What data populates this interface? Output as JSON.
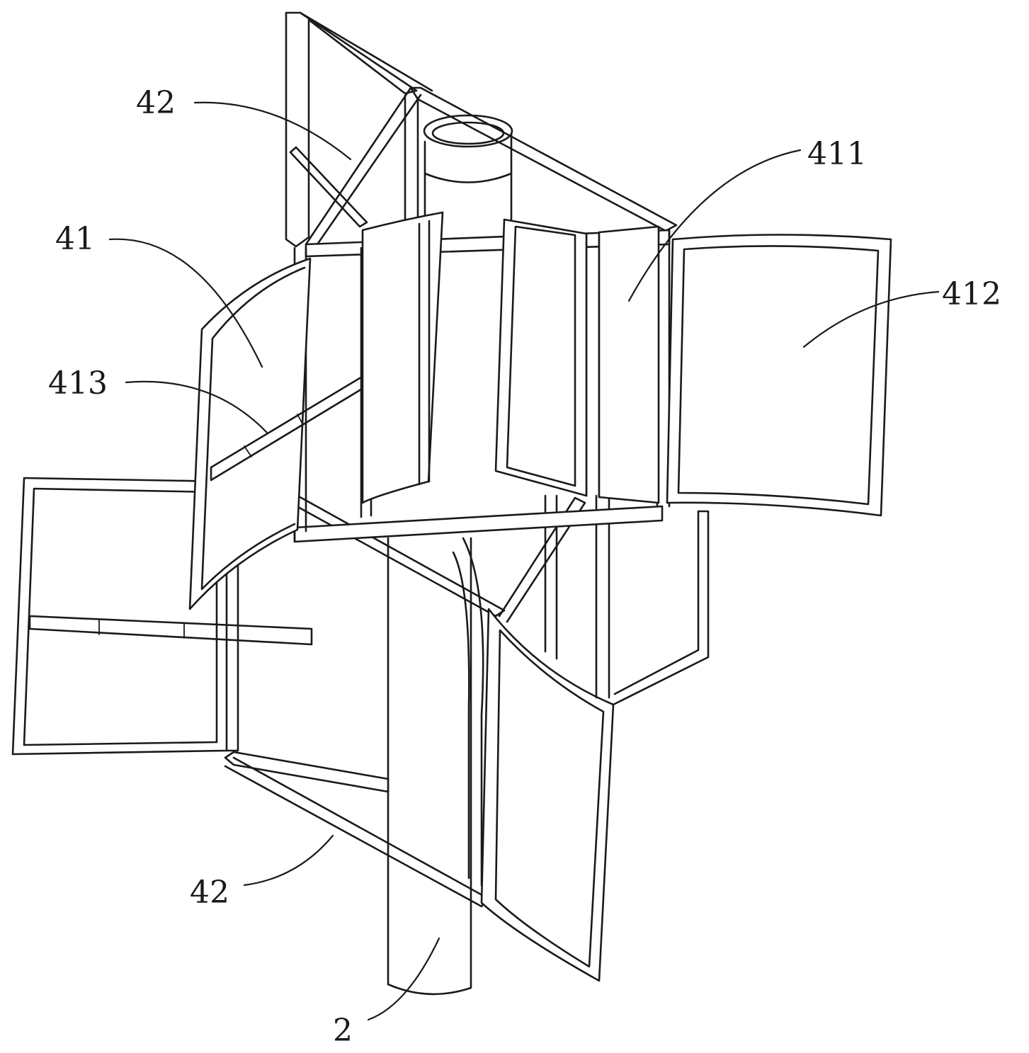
{
  "figure": {
    "labels": {
      "shaft": "2",
      "blade_assembly": "41",
      "inner_blade": "411",
      "outer_blade": "412",
      "support_rod": "413",
      "connecting_frame_top": "42",
      "connecting_frame_bottom": "42"
    }
  }
}
